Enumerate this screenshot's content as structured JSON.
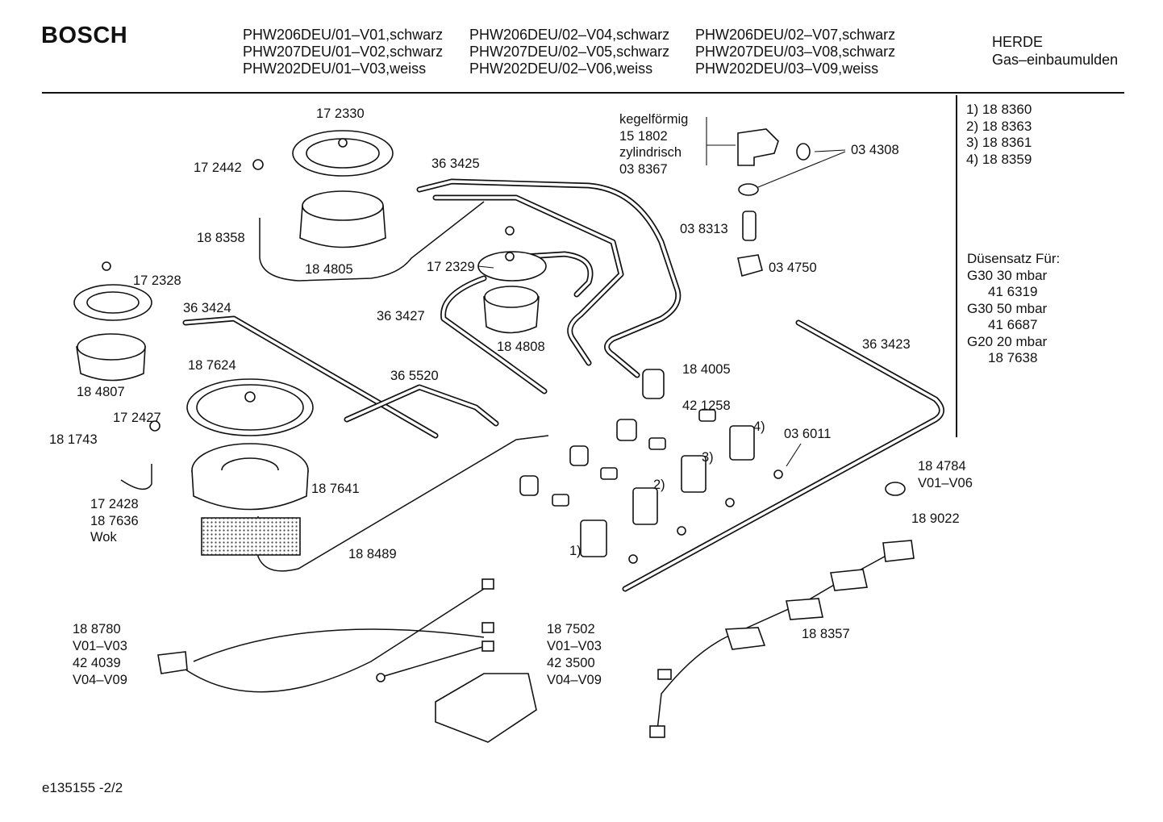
{
  "header": {
    "brand": "BOSCH",
    "models_col1": [
      "PHW206DEU/01–V01,schwarz",
      "PHW207DEU/01–V02,schwarz",
      "PHW202DEU/01–V03,weiss"
    ],
    "models_col2": [
      "PHW206DEU/02–V04,schwarz",
      "PHW207DEU/02–V05,schwarz",
      "PHW202DEU/02–V06,weiss"
    ],
    "models_col3": [
      "PHW206DEU/02–V07,schwarz",
      "PHW207DEU/03–V08,schwarz",
      "PHW202DEU/03–V09,weiss"
    ],
    "category": [
      "HERDE",
      "Gas–einbaumulden"
    ]
  },
  "legend": [
    "1) 18 8360",
    "2) 18 8363",
    "3) 18 8361",
    "4) 18 8359"
  ],
  "nozzle_set": {
    "title": "Düsensatz Für:",
    "rows": [
      {
        "gas": "G30  30 mbar",
        "part": "41 6319"
      },
      {
        "gas": "G30 50  mbar",
        "part": "41 6687"
      },
      {
        "gas": "G20  20 mbar",
        "part": "18 7638"
      }
    ]
  },
  "labels": {
    "p172330": "17 2330",
    "p172442": "17 2442",
    "p188358": "18 8358",
    "p184805": "18 4805",
    "p363425": "36 3425",
    "kegel": [
      "kegelförmig",
      "15 1802",
      "zylindrisch",
      "03 8367"
    ],
    "p034308": "03 4308",
    "p038313": "03 8313",
    "p034750": "03 4750",
    "p172328": "17 2328",
    "p172329": "17 2329",
    "p363424": "36 3424",
    "p363427": "36 3427",
    "p184808": "18 4808",
    "p184807": "18 4807",
    "p187624": "18 7624",
    "p365520": "36 5520",
    "p363423": "36 3423",
    "p184005": "18 4005",
    "p421258": "42 1258",
    "p172427": "17 2427",
    "p181743": "18 1743",
    "p036011": "03 6011",
    "p187641": "18 7641",
    "wok": [
      "17 2428",
      "18 7636",
      "Wok"
    ],
    "p188489": "18 8489",
    "p184784": [
      "18 4784",
      "V01–V06"
    ],
    "p189022": "18 9022",
    "p188357": "18 8357",
    "left_set": [
      "18 8780",
      "V01–V03",
      "42 4039",
      "V04–V09"
    ],
    "mid_set": [
      "18 7502",
      "V01–V03",
      "42 3500",
      "V04–V09"
    ],
    "v1": "1)",
    "v2": "2)",
    "v3": "3)",
    "v4": "4)"
  },
  "footer": "e135155   -2/2"
}
